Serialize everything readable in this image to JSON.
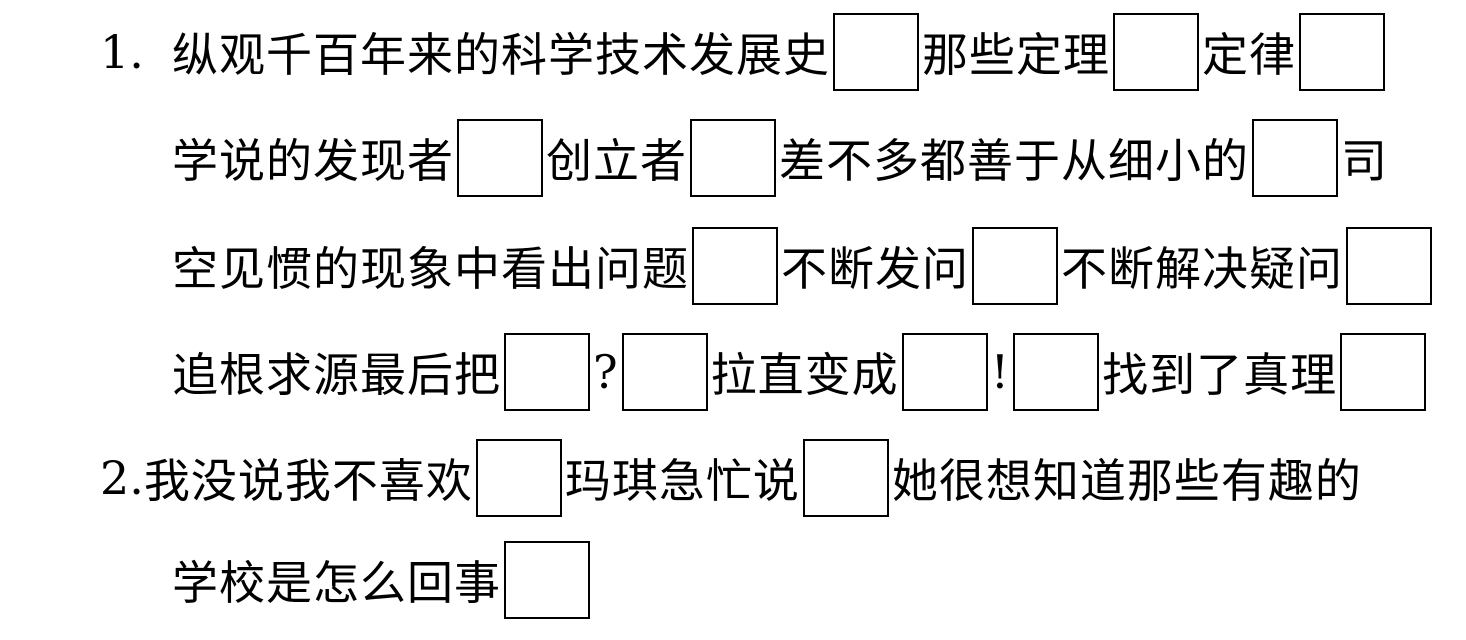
{
  "items": [
    {
      "number": "1.",
      "lines": [
        [
          {
            "t": "纵观千百年来的科学技术发展史"
          },
          {
            "box": 1
          },
          {
            "t": "那些定理"
          },
          {
            "box": 1
          },
          {
            "t": "定律"
          },
          {
            "box": 1
          }
        ],
        [
          {
            "t": "学说的发现者"
          },
          {
            "box": 1
          },
          {
            "t": "创立者"
          },
          {
            "box": 1
          },
          {
            "t": "差不多都善于从细小的"
          },
          {
            "box": 1
          },
          {
            "t": "司"
          }
        ],
        [
          {
            "t": "空见惯的现象中看出问题"
          },
          {
            "box": 1
          },
          {
            "t": "不断发问"
          },
          {
            "box": 1
          },
          {
            "t": "不断解决疑问"
          },
          {
            "box": 1
          }
        ],
        [
          {
            "t": "追根求源最后把"
          },
          {
            "box": 1
          },
          {
            "t": "?"
          },
          {
            "box": 1
          },
          {
            "t": "拉直变成"
          },
          {
            "box": 1
          },
          {
            "t": "!"
          },
          {
            "box": 1
          },
          {
            "t": "找到了真理"
          },
          {
            "box": 1
          }
        ]
      ]
    },
    {
      "number": "2.",
      "lines": [
        [
          {
            "t": "我没说我不喜欢 "
          },
          {
            "box": 1
          },
          {
            "t": "玛琪急忙说 "
          },
          {
            "box": 1
          },
          {
            "t": "她很想知道那些有趣的"
          }
        ],
        [
          {
            "t": "学校是怎么回事"
          },
          {
            "box": 1
          }
        ]
      ]
    }
  ]
}
